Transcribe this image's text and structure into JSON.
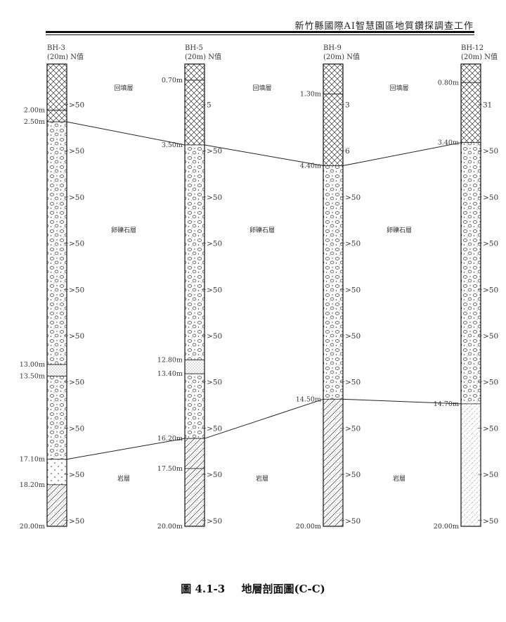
{
  "header": {
    "title": "新竹縣國際AI智慧園區地質鑽探調查工作"
  },
  "caption": {
    "number": "圖 4.1-3",
    "title": "地層剖面圖(C-C)"
  },
  "n_header": "(20m) N值",
  "strata_labels": [
    "回填層",
    "卵礫石層",
    "岩層"
  ],
  "boreholes": [
    {
      "id": "BH-3",
      "layers": [
        {
          "top": 0,
          "bottom": 2.0,
          "type": "fill"
        },
        {
          "top": 2.0,
          "bottom": 2.5,
          "type": "fill"
        },
        {
          "top": 2.5,
          "bottom": 13.0,
          "type": "gravel"
        },
        {
          "top": 13.0,
          "bottom": 13.5,
          "type": "sand"
        },
        {
          "top": 13.5,
          "bottom": 17.1,
          "type": "gravel"
        },
        {
          "top": 17.1,
          "bottom": 18.2,
          "type": "dot"
        },
        {
          "top": 18.2,
          "bottom": 20.0,
          "type": "rock"
        }
      ],
      "depth_labels": [
        {
          "depth": 2.0,
          "text": "2.00m"
        },
        {
          "depth": 2.5,
          "text": "2.50m"
        },
        {
          "depth": 13.0,
          "text": "13.00m"
        },
        {
          "depth": 13.5,
          "text": "13.50m"
        },
        {
          "depth": 17.1,
          "text": "17.10m"
        },
        {
          "depth": 18.2,
          "text": "18.20m"
        },
        {
          "depth": 20.0,
          "text": "20.00m"
        }
      ],
      "n_values": [
        {
          "depth": 1.75,
          "text": ">50"
        },
        {
          "depth": 3.75,
          "text": ">50"
        },
        {
          "depth": 5.75,
          "text": ">50"
        },
        {
          "depth": 7.75,
          "text": ">50"
        },
        {
          "depth": 9.75,
          "text": ">50"
        },
        {
          "depth": 11.75,
          "text": ">50"
        },
        {
          "depth": 13.75,
          "text": ">50"
        },
        {
          "depth": 15.75,
          "text": ">50"
        },
        {
          "depth": 17.75,
          "text": ">50"
        },
        {
          "depth": 19.75,
          "text": ">50"
        }
      ]
    },
    {
      "id": "BH-5",
      "layers": [
        {
          "top": 0,
          "bottom": 0.7,
          "type": "fill"
        },
        {
          "top": 0.7,
          "bottom": 3.5,
          "type": "fill"
        },
        {
          "top": 3.5,
          "bottom": 12.8,
          "type": "gravel"
        },
        {
          "top": 12.8,
          "bottom": 13.4,
          "type": "sand"
        },
        {
          "top": 13.4,
          "bottom": 16.2,
          "type": "gravel"
        },
        {
          "top": 16.2,
          "bottom": 17.5,
          "type": "rock"
        },
        {
          "top": 17.5,
          "bottom": 20.0,
          "type": "rock"
        }
      ],
      "depth_labels": [
        {
          "depth": 0.7,
          "text": "0.70m"
        },
        {
          "depth": 3.5,
          "text": "3.50m"
        },
        {
          "depth": 12.8,
          "text": "12.80m"
        },
        {
          "depth": 13.4,
          "text": "13.40m"
        },
        {
          "depth": 16.2,
          "text": "16.20m"
        },
        {
          "depth": 17.5,
          "text": "17.50m"
        },
        {
          "depth": 20.0,
          "text": "20.00m"
        }
      ],
      "n_values": [
        {
          "depth": 1.75,
          "text": "5"
        },
        {
          "depth": 3.75,
          "text": ">50"
        },
        {
          "depth": 5.75,
          "text": ">50"
        },
        {
          "depth": 7.75,
          "text": ">50"
        },
        {
          "depth": 9.75,
          "text": ">50"
        },
        {
          "depth": 11.75,
          "text": ">50"
        },
        {
          "depth": 13.75,
          "text": ">50"
        },
        {
          "depth": 15.75,
          "text": ">50"
        },
        {
          "depth": 17.75,
          "text": ">50"
        },
        {
          "depth": 19.75,
          "text": ">50"
        }
      ]
    },
    {
      "id": "BH-9",
      "layers": [
        {
          "top": 0,
          "bottom": 1.3,
          "type": "fill"
        },
        {
          "top": 1.3,
          "bottom": 4.4,
          "type": "fill"
        },
        {
          "top": 4.4,
          "bottom": 14.5,
          "type": "gravel"
        },
        {
          "top": 14.5,
          "bottom": 20.0,
          "type": "rock"
        }
      ],
      "depth_labels": [
        {
          "depth": 1.3,
          "text": "1.30m"
        },
        {
          "depth": 4.4,
          "text": "4.40m"
        },
        {
          "depth": 14.5,
          "text": "14.50m"
        },
        {
          "depth": 20.0,
          "text": "20.00m"
        }
      ],
      "n_values": [
        {
          "depth": 1.75,
          "text": "3"
        },
        {
          "depth": 3.75,
          "text": "6"
        },
        {
          "depth": 5.75,
          "text": ">50"
        },
        {
          "depth": 7.75,
          "text": ">50"
        },
        {
          "depth": 9.75,
          "text": ">50"
        },
        {
          "depth": 11.75,
          "text": ">50"
        },
        {
          "depth": 13.75,
          "text": ">50"
        },
        {
          "depth": 15.75,
          "text": ">50"
        },
        {
          "depth": 17.75,
          "text": ">50"
        },
        {
          "depth": 19.75,
          "text": ">50"
        }
      ]
    },
    {
      "id": "BH-12",
      "layers": [
        {
          "top": 0,
          "bottom": 0.8,
          "type": "fill"
        },
        {
          "top": 0.8,
          "bottom": 3.4,
          "type": "fill"
        },
        {
          "top": 3.4,
          "bottom": 14.7,
          "type": "gravel"
        },
        {
          "top": 14.7,
          "bottom": 20.0,
          "type": "rock-light"
        }
      ],
      "depth_labels": [
        {
          "depth": 0.8,
          "text": "0.80m"
        },
        {
          "depth": 3.4,
          "text": "3.40m"
        },
        {
          "depth": 14.7,
          "text": "14.70m"
        },
        {
          "depth": 20.0,
          "text": "20.00m"
        }
      ],
      "n_values": [
        {
          "depth": 1.75,
          "text": "31"
        },
        {
          "depth": 3.75,
          "text": ">50"
        },
        {
          "depth": 5.75,
          "text": ">50"
        },
        {
          "depth": 7.75,
          "text": ">50"
        },
        {
          "depth": 9.75,
          "text": ">50"
        },
        {
          "depth": 11.75,
          "text": ">50"
        },
        {
          "depth": 13.75,
          "text": ">50"
        },
        {
          "depth": 15.75,
          "text": ">50"
        },
        {
          "depth": 17.75,
          "text": ">50"
        },
        {
          "depth": 19.75,
          "text": ">50"
        }
      ]
    }
  ],
  "correlation_lines": [
    {
      "depths": [
        2.5,
        3.5,
        4.4,
        3.4
      ]
    },
    {
      "depths": [
        17.1,
        16.2,
        14.5,
        14.7
      ]
    }
  ]
}
